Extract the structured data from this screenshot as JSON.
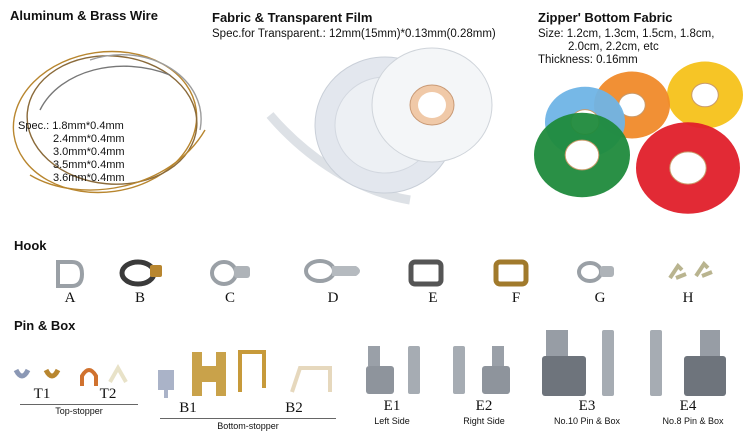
{
  "sections": {
    "wire": {
      "title": "Aluminum & Brass Wire",
      "spec_prefix": "Spec.:",
      "specs": [
        "1.8mm*0.4mm",
        "2.4mm*0.4mm",
        "3.0mm*0.4mm",
        "3.5mm*0.4mm",
        "3.6mm*0.4mm"
      ]
    },
    "film": {
      "title": "Fabric & Transparent Film",
      "spec": "Spec.for Transparent.: 12mm(15mm)*0.13mm(0.28mm)"
    },
    "zipper": {
      "title": "Zipper' Bottom Fabric",
      "size_line1": "Size: 1.2cm, 1.3cm, 1.5cm, 1.8cm,",
      "size_line2": "2.0cm, 2.2cm, etc",
      "thickness": "Thickness: 0.16mm"
    },
    "hook": {
      "title": "Hook",
      "labels": [
        "A",
        "B",
        "C",
        "D",
        "E",
        "F",
        "G",
        "H"
      ]
    },
    "pinbox": {
      "title": "Pin & Box",
      "t1": "T1",
      "t2": "T2",
      "top_stopper": "Top-stopper",
      "b1": "B1",
      "b2": "B2",
      "bottom_stopper": "Bottom-stopper",
      "e1": "E1",
      "e1_desc": "Left Side",
      "e2": "E2",
      "e2_desc": "Right Side",
      "e3": "E3",
      "e3_desc": "No.10 Pin & Box",
      "e4": "E4",
      "e4_desc": "No.8 Pin & Box"
    }
  },
  "colors": {
    "brass": "#b8862f",
    "silver": "#a9aeb3",
    "dark_metal": "#3c3c3c",
    "roll_blue": "#6fb4e6",
    "roll_orange": "#f08a2a",
    "roll_yellow": "#f5c21a",
    "roll_green": "#1f8a3c",
    "roll_red": "#e01f2a",
    "film": "#e8ecf2"
  }
}
